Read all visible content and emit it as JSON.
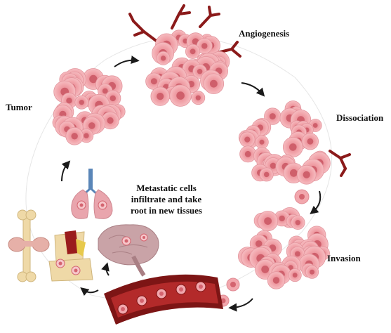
{
  "labels": {
    "tumor": "Tumor",
    "angiogenesis": "Angiogenesis",
    "dissociation": "Dissociation",
    "invasion": "Invasion",
    "metastasis": "Metastatic cells infiltrate and take root in new tissues"
  },
  "colors": {
    "tumor_fill": "#f2a7ad",
    "tumor_nucleus": "#d4646f",
    "vessel_red": "#8b1a1a",
    "arrow": "#1a1a1a",
    "lung_pink": "#e9a5ad",
    "trachea_blue": "#5a86b8",
    "bone": "#efd9a7",
    "brain": "#c9a3a7"
  },
  "icons": [
    "tumor-cluster",
    "blood-vessel-branch",
    "blood-vessel",
    "lung",
    "brain",
    "bone",
    "knee-joint",
    "thyroid"
  ]
}
